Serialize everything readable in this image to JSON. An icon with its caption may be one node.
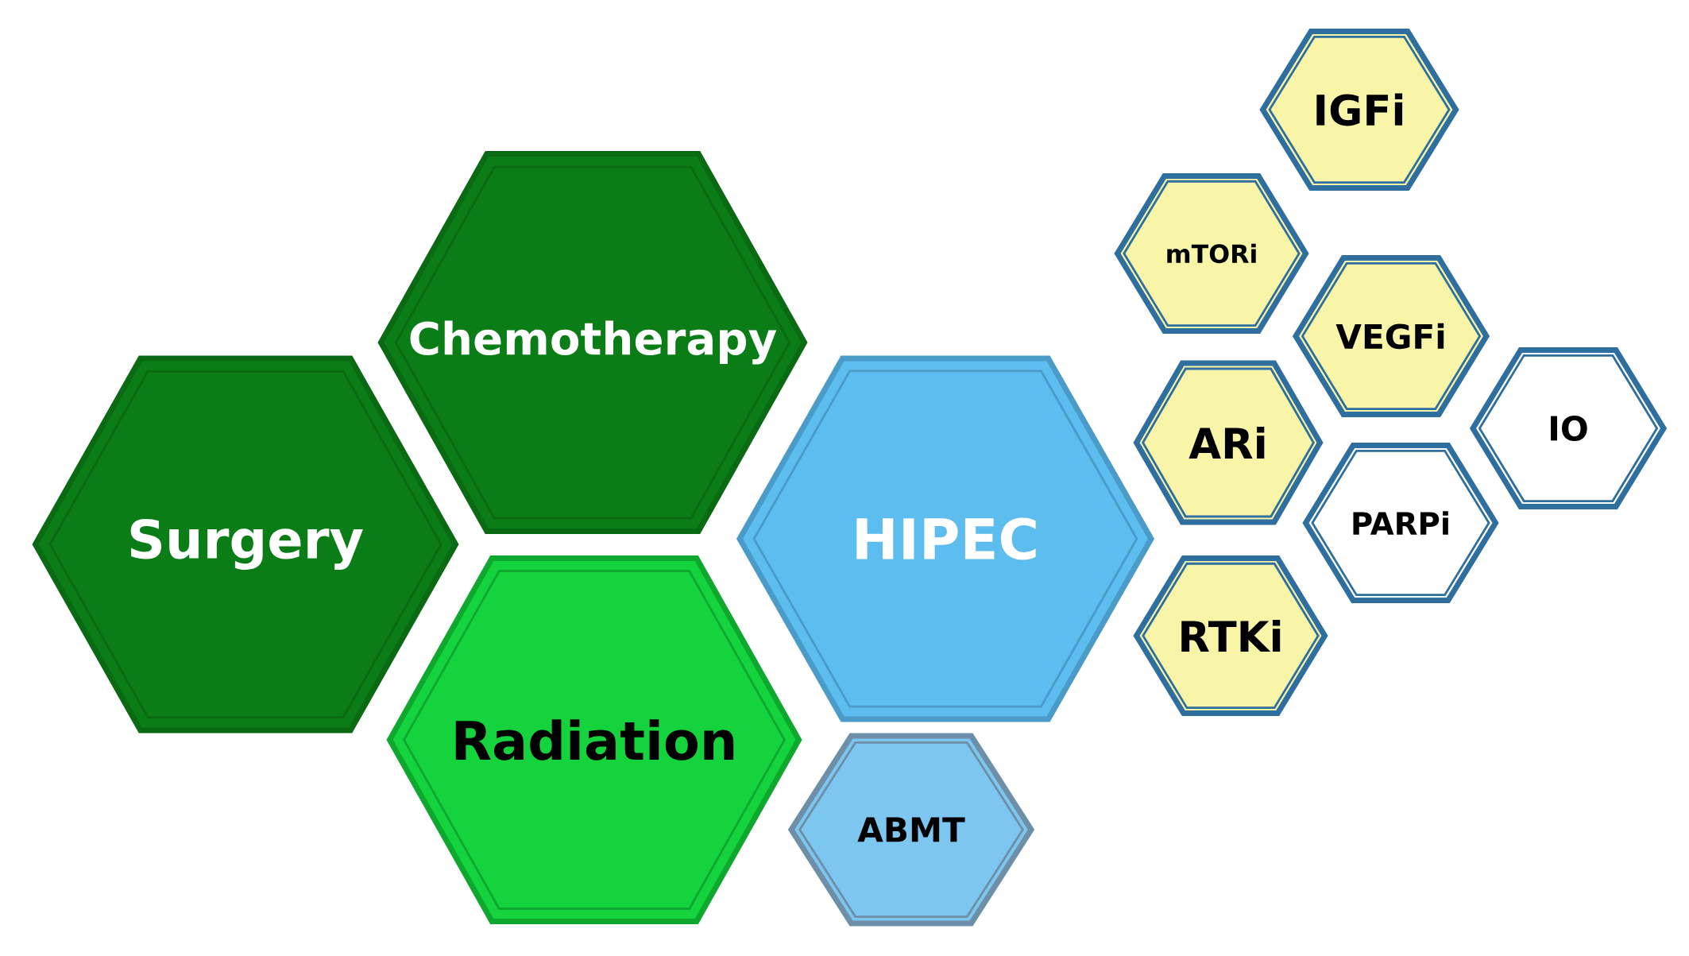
{
  "diagram": {
    "nodes": [
      {
        "text": [
          "Surgery"
        ]
      },
      {
        "text": [
          "Chemotherapy"
        ]
      },
      {
        "text": [
          "Radiation"
        ]
      },
      {
        "text": [
          "HIPEC"
        ]
      },
      {
        "text": [
          "ABMT"
        ]
      },
      {
        "text": [
          "IGFi"
        ]
      },
      {
        "text": [
          "mTORi"
        ]
      },
      {
        "text": [
          "VEGFi"
        ]
      },
      {
        "text": [
          "ARi"
        ]
      },
      {
        "text": [
          "IO"
        ]
      },
      {
        "text": [
          "PARPi"
        ]
      },
      {
        "text": [
          "RTKi"
        ]
      }
    ]
  }
}
